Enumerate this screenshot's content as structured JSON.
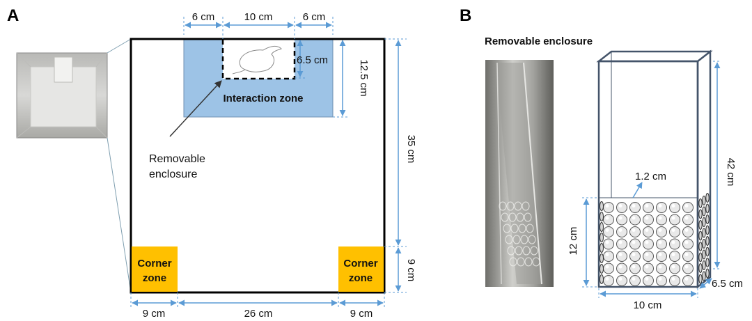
{
  "panel_a": {
    "letter": "A",
    "interaction_zone_label": "Interaction zone",
    "removable_enclosure_label_line1": "Removable",
    "removable_enclosure_label_line2": "enclosure",
    "corner_zone_left_line1": "Corner",
    "corner_zone_left_line2": "zone",
    "corner_zone_right_line1": "Corner",
    "corner_zone_right_line2": "zone",
    "dim_top_left": "6 cm",
    "dim_top_mid": "10 cm",
    "dim_top_right": "6 cm",
    "dim_enclosure_depth": "6.5 cm",
    "dim_zone_height": "12.5 cm",
    "dim_arena_height": "35 cm",
    "dim_corner_height": "9 cm",
    "dim_bottom_left": "9 cm",
    "dim_bottom_mid": "26 cm",
    "dim_bottom_right": "9 cm"
  },
  "panel_b": {
    "letter": "B",
    "title": "Removable enclosure",
    "dim_hole": "1.2 cm",
    "dim_height": "42 cm",
    "dim_hole_band": "12 cm",
    "dim_width": "10 cm",
    "dim_depth": "6.5 cm"
  },
  "colors": {
    "interaction_zone": "#9dc3e6",
    "corner_zone": "#ffc000",
    "dimension_line": "#5b9bd5",
    "enclosure_outline": "#44546a"
  }
}
